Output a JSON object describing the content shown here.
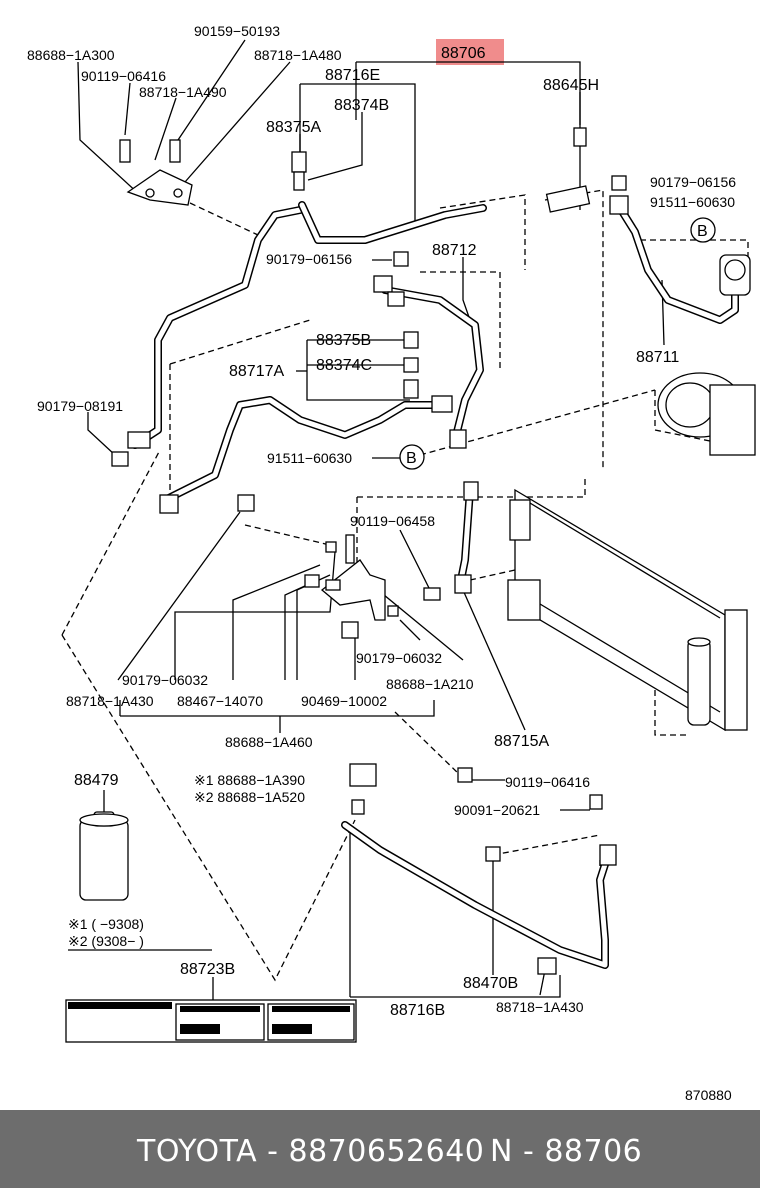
{
  "highlight": {
    "part": "88706",
    "color": "#f08c8c"
  },
  "labels": {
    "p90159_50193": "90159−50193",
    "p88688_1A300": "88688−1A300",
    "p88718_1A480": "88718−1A480",
    "p90119_06416a": "90119−06416",
    "p88718_1A490": "88718−1A490",
    "p88716E": "88716E",
    "p88645H": "88645H",
    "p88374B": "88374B",
    "p88375A": "88375A",
    "p90179_06156a": "90179−06156",
    "p91511_60630a": "91511−60630",
    "p90179_06156b": "90179−06156",
    "p88712": "88712",
    "p88711": "88711",
    "p88375B": "88375B",
    "p88717A": "88717A",
    "p88374C": "88374C",
    "p90179_08191": "90179−08191",
    "p91511_60630b": "91511−60630",
    "p90119_06458": "90119−06458",
    "p90179_06032a": "90179−06032",
    "p90179_06032b": "90179−06032",
    "p88718_1A430a": "88718−1A430",
    "p88467_14070": "88467−14070",
    "p90469_10002": "90469−10002",
    "p88688_1A210": "88688−1A210",
    "p88688_1A460": "88688−1A460",
    "p88715A": "88715A",
    "p88479": "88479",
    "p1_88688_1A390": "※1 88688−1A390",
    "p2_88688_1A520": "※2 88688−1A520",
    "p90119_06416b": "90119−06416",
    "p90091_20621": "90091−20621",
    "range1": "※1 (        −9308)",
    "range2": "※2 (9308−        )",
    "p88723B": "88723B",
    "p88470B": "88470B",
    "p88716B": "88716B",
    "p88718_1A430b": "88718−1A430",
    "circleB": "B",
    "figure_no": "870880"
  },
  "footer": {
    "left": "TOYOTA - 8870652640",
    "right": "N - 88706"
  }
}
